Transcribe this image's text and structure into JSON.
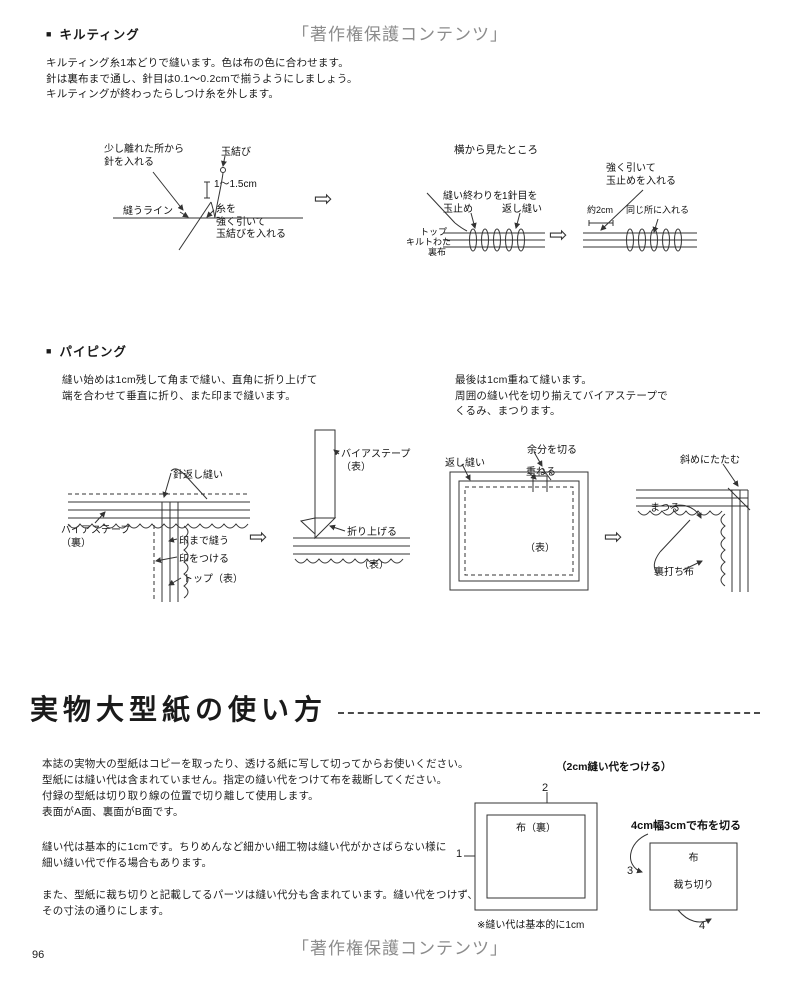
{
  "watermarks": {
    "top": "「著作権保護コンテンツ」",
    "bottom": "「著作権保護コンテンツ」"
  },
  "page": {
    "number": "96"
  },
  "symbols": {
    "bullet": "■",
    "flow_arrow": "⇨"
  },
  "quilting": {
    "heading": "キルティング",
    "intro": "キルティング糸1本どりで縫います。色は布の色に合わせます。\n針は裏布まで通し、針目は0.1〜0.2cmで揃うようにしましょう。\nキルティングが終わったらしつけ糸を外します。",
    "left": {
      "insert_needle": "少し離れた所から\n針を入れる",
      "knot": "玉結び",
      "length": "1〜1.5cm",
      "sew_line": "縫うライン",
      "pull_thread": "糸を\n強く引いて\n玉結びを入れる"
    },
    "right": {
      "side_view": "横から見たところ",
      "end_knot": "縫い終わりを\n玉止め",
      "first_backstitch": "1針目を\n返し縫い",
      "layer_top": "トップ",
      "layer_batting": "キルトわた",
      "layer_backing": "裏布",
      "pull_knot": "強く引いて\n玉止めを入れる",
      "approx": "約2cm",
      "same_place": "同じ所に入れる"
    }
  },
  "piping": {
    "heading": "パイピング",
    "text_left": "縫い始めは1cm残して角まで縫い、直角に折り上げて\n端を合わせて垂直に折り、また印まで縫います。",
    "text_right": "最後は1cm重ねて縫います。\n周囲の縫い代を切り揃えてバイアステープで\nくるみ、まつります。",
    "d1": {
      "backstitch": "針返し縫い",
      "bias_back": "バイアステープ\n（裏）",
      "sew_to_mark": "印まで縫う",
      "mark": "印をつける",
      "top_front": "トップ（表）"
    },
    "d2": {
      "bias_front": "バイアステープ\n（表）",
      "fold_up": "折り上げる",
      "front": "（表）"
    },
    "d3": {
      "backstitch": "返し縫い",
      "cut_excess": "余分を切る",
      "overlap": "重ねる",
      "front": "（表）"
    },
    "d4": {
      "fold_diag": "斜めにたたむ",
      "slipstitch": "まつる",
      "backing": "裏打ち布"
    }
  },
  "pattern_guide": {
    "heading": "実物大型紙の使い方",
    "para1": "本誌の実物大の型紙はコピーを取ったり、透ける紙に写して切ってからお使いください。\n型紙には縫い代は含まれていません。指定の縫い代をつけて布を裁断してください。\n付録の型紙は切り取り線の位置で切り離して使用します。\n表面がA面、裏面がB面です。",
    "para2": "縫い代は基本的に1cmです。ちりめんなど細かい細工物は縫い代がかさばらない様に\n細い縫い代で作る場合もあります。",
    "para3": "また、型紙に裁ち切りと記載してるパーツは縫い代分も含まれています。縫い代をつけず、\nその寸法の通りにします。",
    "diagram": {
      "seam_note": "（2cm縫い代をつける）",
      "fabric_back": "布（裏）",
      "n1": "1",
      "n2": "2",
      "n3": "3",
      "n4": "4",
      "cut_note": "4cm幅3cmで布を切る",
      "fabric": "布",
      "cut_edge": "裁ち切り",
      "footnote": "※縫い代は基本的に1cm"
    }
  }
}
